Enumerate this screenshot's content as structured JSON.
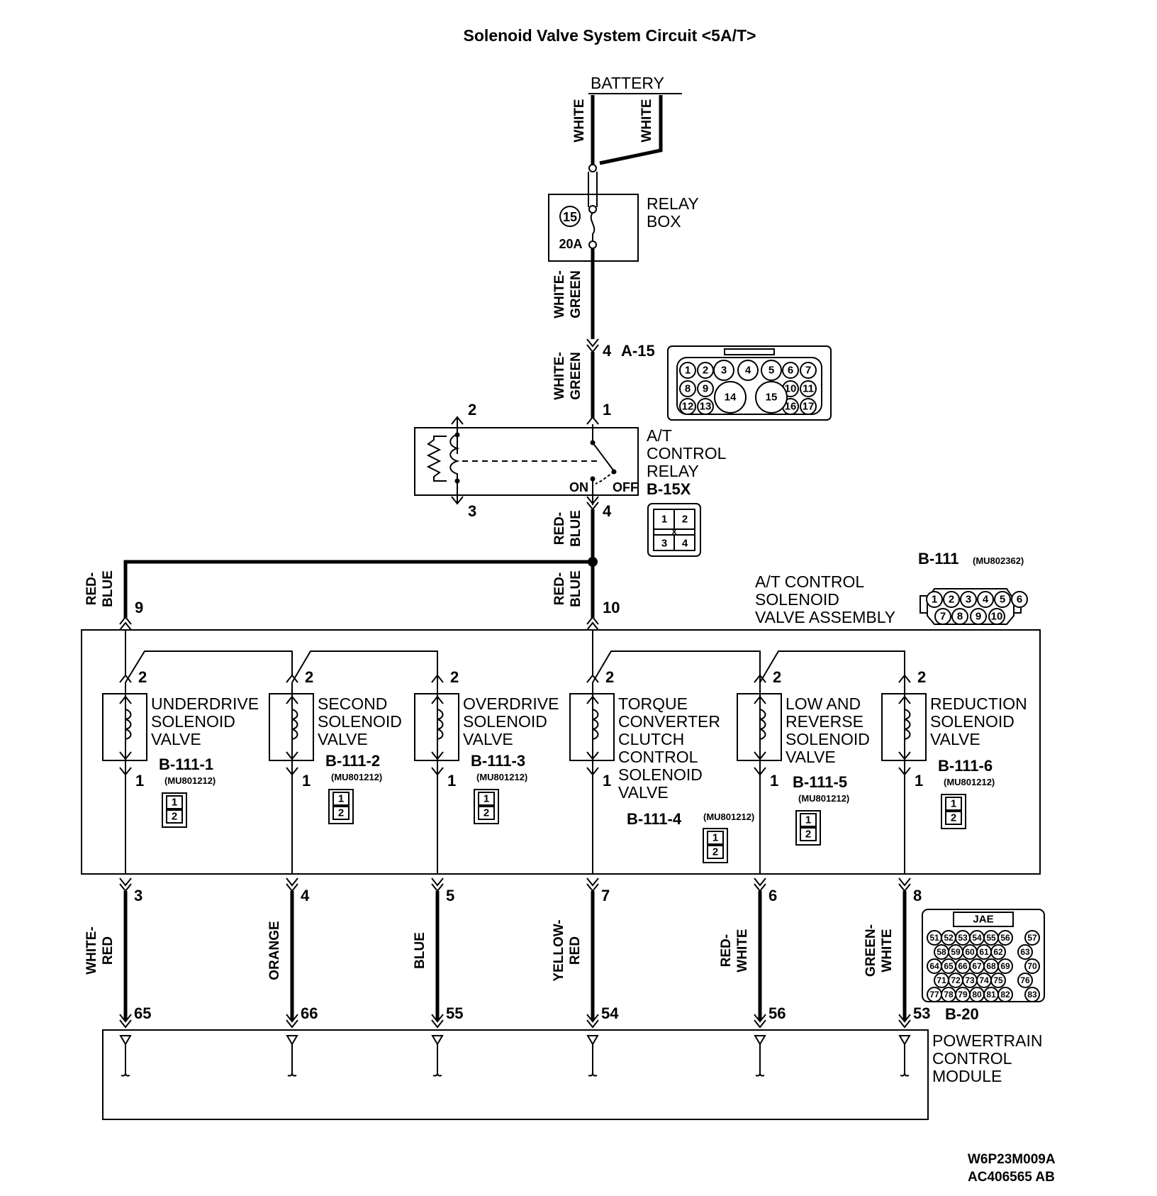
{
  "title": "Solenoid Valve System Circuit  <5A/T>",
  "battery": "BATTERY",
  "wire_colors": {
    "white": "WHITE",
    "white_green": [
      "WHITE-",
      "GREEN"
    ],
    "red_blue": [
      "RED-",
      "BLUE"
    ],
    "white_red": [
      "WHITE-",
      "RED"
    ],
    "orange": "ORANGE",
    "blue": "BLUE",
    "yellow_red": [
      "YELLOW-",
      "RED"
    ],
    "red_white": [
      "RED-",
      "WHITE"
    ],
    "green_white": [
      "GREEN-",
      "WHITE"
    ]
  },
  "relay_box": {
    "label": [
      "RELAY",
      "BOX"
    ],
    "fuse_number": "15",
    "fuse_rating": "20A"
  },
  "connector_a15": {
    "pin": "4",
    "label": "A-15",
    "pins_row1": [
      "1",
      "2",
      "3",
      "4",
      "5",
      "6",
      "7"
    ],
    "pins_row2": [
      "8",
      "9",
      "10",
      "11"
    ],
    "pins_row3": [
      "12",
      "13",
      "16",
      "17"
    ],
    "pins_big": [
      "14",
      "15"
    ]
  },
  "at_relay": {
    "label": [
      "A/T",
      "CONTROL",
      "RELAY"
    ],
    "connector": "B-15X",
    "pin_top_left": "2",
    "pin_top_right": "1",
    "pin_bottom_left": "3",
    "pin_bottom_right": "4",
    "on": "ON",
    "off": "OFF",
    "conn_pins": [
      "1",
      "2",
      "3",
      "4"
    ],
    "conn_mark": "X"
  },
  "assembly": {
    "label": [
      "A/T CONTROL",
      "SOLENOID",
      "VALVE ASSEMBLY"
    ],
    "connector": "B-111",
    "part": "(MU802362)",
    "pins_row1": [
      "1",
      "2",
      "3",
      "4",
      "5",
      "6"
    ],
    "pins_row2": [
      "7",
      "8",
      "9",
      "10"
    ],
    "pin_left": "9",
    "pin_right": "10"
  },
  "valves": [
    {
      "label": [
        "UNDERDRIVE",
        "SOLENOID",
        "VALVE"
      ],
      "connector": "B-111-1",
      "part": "(MU801212)",
      "pin_top": "2",
      "pin_bottom": "1",
      "assy_pin": "3",
      "wire": [
        "WHITE-",
        "RED"
      ],
      "pcm_pin": "65",
      "conn_pins": [
        "1",
        "2"
      ]
    },
    {
      "label": [
        "SECOND",
        "SOLENOID",
        "VALVE"
      ],
      "connector": "B-111-2",
      "part": "(MU801212)",
      "pin_top": "2",
      "pin_bottom": "1",
      "assy_pin": "4",
      "wire": [
        "ORANGE"
      ],
      "pcm_pin": "66",
      "conn_pins": [
        "1",
        "2"
      ]
    },
    {
      "label": [
        "OVERDRIVE",
        "SOLENOID",
        "VALVE"
      ],
      "connector": "B-111-3",
      "part": "(MU801212)",
      "pin_top": "2",
      "pin_bottom": "1",
      "assy_pin": "5",
      "wire": [
        "BLUE"
      ],
      "pcm_pin": "55",
      "conn_pins": [
        "1",
        "2"
      ]
    },
    {
      "label": [
        "TORQUE",
        "CONVERTER",
        "CLUTCH",
        "CONTROL",
        "SOLENOID",
        "VALVE"
      ],
      "connector": "B-111-4",
      "part": "(MU801212)",
      "pin_top": "2",
      "pin_bottom": "1",
      "assy_pin": "7",
      "wire": [
        "YELLOW-",
        "RED"
      ],
      "pcm_pin": "54",
      "conn_pins": [
        "1",
        "2"
      ]
    },
    {
      "label": [
        "LOW AND",
        "REVERSE",
        "SOLENOID",
        "VALVE"
      ],
      "connector": "B-111-5",
      "part": "(MU801212)",
      "pin_top": "2",
      "pin_bottom": "1",
      "assy_pin": "6",
      "wire": [
        "RED-",
        "WHITE"
      ],
      "pcm_pin": "56",
      "conn_pins": [
        "1",
        "2"
      ]
    },
    {
      "label": [
        "REDUCTION",
        "SOLENOID",
        "VALVE"
      ],
      "connector": "B-111-6",
      "part": "(MU801212)",
      "pin_top": "2",
      "pin_bottom": "1",
      "assy_pin": "8",
      "wire": [
        "GREEN-",
        "WHITE"
      ],
      "pcm_pin": "53",
      "conn_pins": [
        "1",
        "2"
      ]
    }
  ],
  "pcm": {
    "label": [
      "POWERTRAIN",
      "CONTROL",
      "MODULE"
    ],
    "connector": "B-20",
    "conn_header": "JAE",
    "pins_row1": [
      "51",
      "52",
      "53",
      "54",
      "55",
      "56",
      "57"
    ],
    "pins_row2": [
      "58",
      "59",
      "60",
      "61",
      "62",
      "63"
    ],
    "pins_row3": [
      "64",
      "65",
      "66",
      "67",
      "68",
      "69",
      "70"
    ],
    "pins_row4": [
      "71",
      "72",
      "73",
      "74",
      "75",
      "76"
    ],
    "pins_row5": [
      "77",
      "78",
      "79",
      "80",
      "81",
      "82",
      "83"
    ]
  },
  "footer": [
    "W6P23M009A",
    "AC406565 AB"
  ]
}
